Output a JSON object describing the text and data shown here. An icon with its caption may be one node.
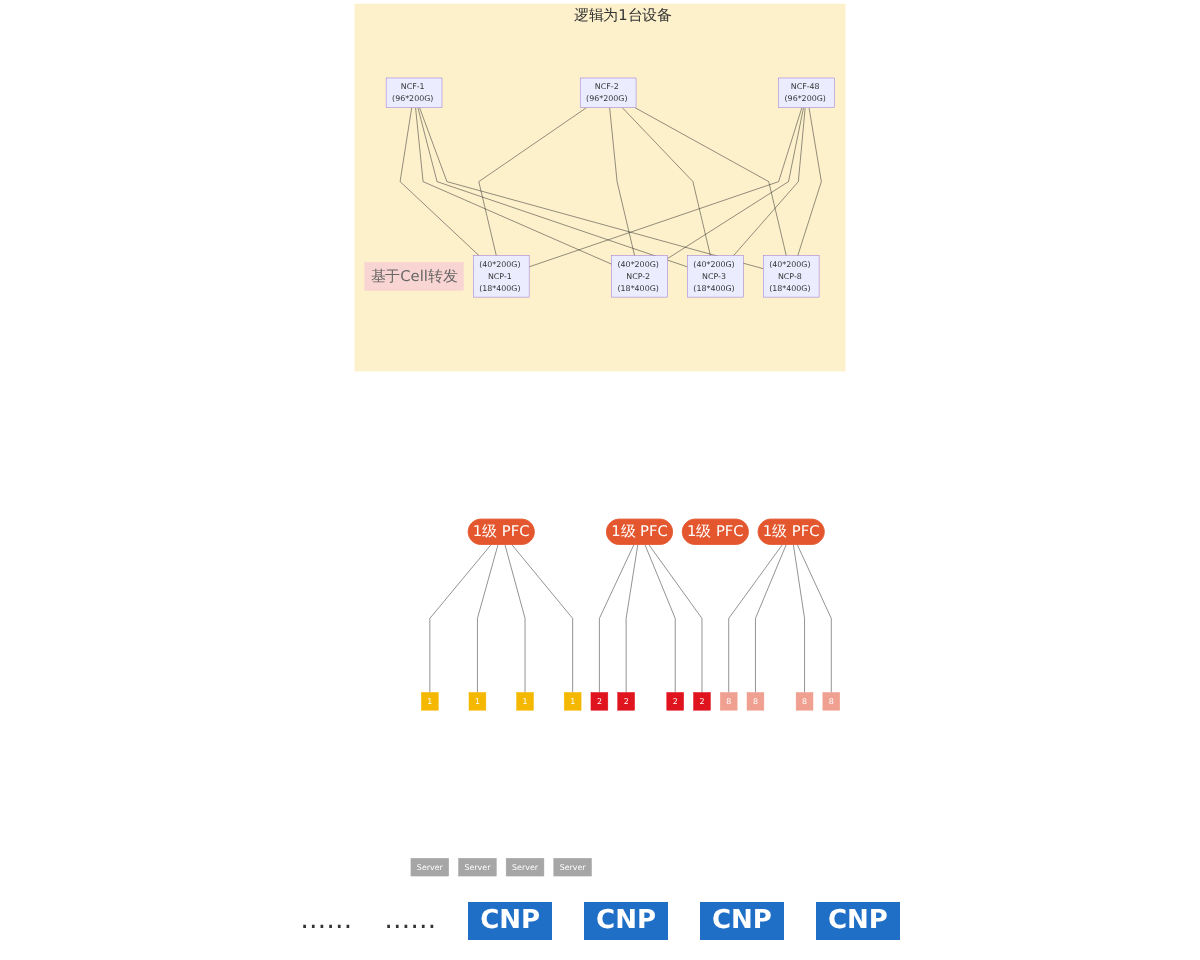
{
  "diagram": {
    "nodes": [
      {
        "text": [
          "逻辑为1台设备"
        ]
      },
      {
        "text": [
          "基于Cell转发"
        ],
        "in": 0
      },
      {
        "text": [
          "NCF-1",
          "(96*200G)"
        ],
        "in": 0
      },
      {
        "text": [
          "NCF-2",
          "(96*200G)"
        ],
        "in": 0
      },
      {
        "text": [
          "NCF-48",
          "(96*200G)"
        ],
        "in": 0
      },
      {
        "text": [
          "(40*200G)",
          "NCP-1",
          "(18*400G)"
        ],
        "in": 0
      },
      {
        "text": [
          "(40*200G)",
          "NCP-2",
          "(18*400G)"
        ],
        "in": 0
      },
      {
        "text": [
          "(40*200G)",
          "NCP-3",
          "(18*400G)"
        ],
        "in": 0
      },
      {
        "text": [
          "(40*200G)",
          "NCP-8",
          "(18*400G)"
        ],
        "in": 0
      },
      {
        "text": [
          "1级 PFC"
        ]
      },
      {
        "text": [
          "1级 PFC"
        ]
      },
      {
        "text": [
          "1级 PFC"
        ]
      },
      {
        "text": [
          "1级 PFC"
        ]
      },
      {
        "text": [
          "1"
        ]
      },
      {
        "text": [
          "2"
        ]
      },
      {
        "text": [
          "8"
        ]
      },
      {
        "text": [
          "Server"
        ]
      },
      {
        "text": [
          "1"
        ]
      },
      {
        "text": [
          "2"
        ]
      },
      {
        "text": [
          "8"
        ]
      },
      {
        "text": [
          "Server"
        ]
      },
      {
        "text": [
          "1"
        ]
      },
      {
        "text": [
          "2"
        ]
      },
      {
        "text": [
          "8"
        ]
      },
      {
        "text": [
          "Server"
        ]
      },
      {
        "text": [
          "1"
        ]
      },
      {
        "text": [
          "2"
        ]
      },
      {
        "text": [
          "8"
        ]
      },
      {
        "text": [
          "Server"
        ]
      }
    ],
    "edges": [
      {
        "from": 2,
        "to": 5,
        "arrow": "none"
      },
      {
        "from": 2,
        "to": 6,
        "arrow": "none"
      },
      {
        "from": 2,
        "to": 7,
        "arrow": "none"
      },
      {
        "from": 2,
        "to": 8,
        "arrow": "none"
      },
      {
        "from": 3,
        "to": 5,
        "arrow": "none"
      },
      {
        "from": 3,
        "to": 6,
        "arrow": "none"
      },
      {
        "from": 3,
        "to": 7,
        "arrow": "none"
      },
      {
        "from": 3,
        "to": 8,
        "arrow": "none"
      },
      {
        "from": 4,
        "to": 5,
        "arrow": "none"
      },
      {
        "from": 4,
        "to": 6,
        "arrow": "none"
      },
      {
        "from": 4,
        "to": 7,
        "arrow": "none"
      },
      {
        "from": 4,
        "to": 8,
        "arrow": "none"
      },
      {
        "from": 9,
        "to": 13,
        "arrow": "none"
      },
      {
        "from": 9,
        "to": 17,
        "arrow": "none"
      },
      {
        "from": 9,
        "to": 21,
        "arrow": "none"
      },
      {
        "from": 9,
        "to": 25,
        "arrow": "none"
      },
      {
        "from": 10,
        "to": 14,
        "arrow": "none"
      },
      {
        "from": 10,
        "to": 18,
        "arrow": "none"
      },
      {
        "from": 10,
        "to": 22,
        "arrow": "none"
      },
      {
        "from": 10,
        "to": 26,
        "arrow": "none"
      },
      {
        "from": 12,
        "to": 15,
        "arrow": "none"
      },
      {
        "from": 12,
        "to": 19,
        "arrow": "none"
      },
      {
        "from": 12,
        "to": 23,
        "arrow": "none"
      },
      {
        "from": 12,
        "to": 27,
        "arrow": "none"
      }
    ],
    "labels": [
      "……",
      "……",
      "CNP",
      "CNP",
      "CNP",
      "CNP"
    ]
  }
}
